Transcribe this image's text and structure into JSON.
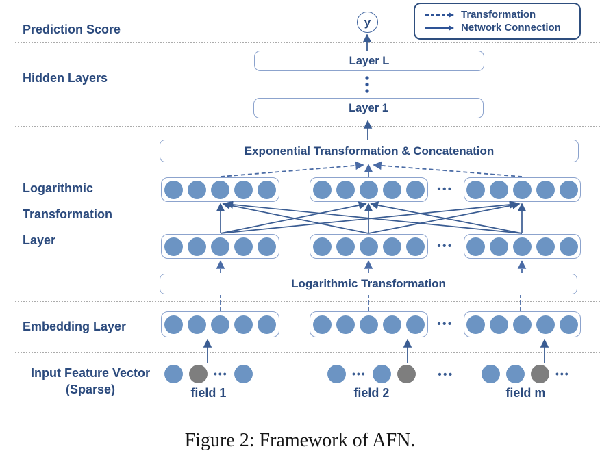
{
  "figure": {
    "caption": "Figure 2: Framework of AFN."
  },
  "colors": {
    "navy_text": "#2B4A7D",
    "box_border": "#8CA3CD",
    "legend_border": "#2E4E7E",
    "circle_blue": "#6C94C3",
    "circle_gray": "#7E7E7E",
    "arrow_solid": "#3A5C92",
    "arrow_dashed": "#4A6BA5",
    "separator": "#ABABAB",
    "caption": "#151515"
  },
  "legend": {
    "items": [
      {
        "style": "dashed",
        "label": "Transformation"
      },
      {
        "style": "solid",
        "label": "Network Connection"
      }
    ]
  },
  "bands": {
    "prediction_score": {
      "label": "Prediction Score",
      "output_node": "y"
    },
    "hidden_layers": {
      "label": "Hidden Layers",
      "top_box": "Layer L",
      "bottom_box": "Layer 1"
    },
    "log_layer": {
      "label_lines": [
        "Logarithmic",
        "Transformation",
        "Layer"
      ],
      "exp_box": "Exponential Transformation & Concatenation",
      "log_box": "Logarithmic Transformation"
    },
    "embedding": {
      "label": "Embedding Layer"
    },
    "input": {
      "label_lines": [
        "Input Feature Vector",
        "(Sparse)"
      ],
      "fields": [
        {
          "name": "field 1",
          "pattern": [
            "blue",
            "gray",
            "dots",
            "blue"
          ]
        },
        {
          "name": "field 2",
          "pattern": [
            "blue",
            "dots",
            "blue",
            "gray"
          ]
        },
        {
          "name": "field m",
          "pattern": [
            "blue",
            "blue",
            "gray",
            "dots"
          ]
        }
      ]
    }
  },
  "glyphs": {
    "ellipsis_h": "•••"
  },
  "circle_groups": {
    "per_group": 5
  }
}
